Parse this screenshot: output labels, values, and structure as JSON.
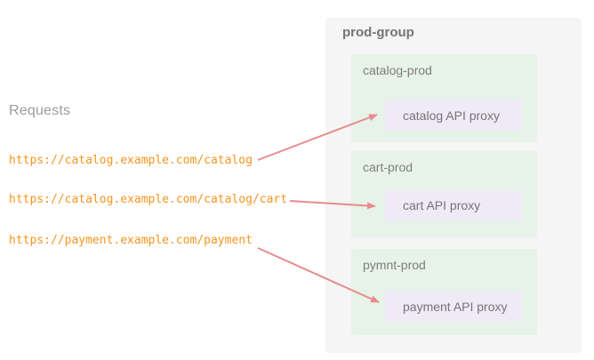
{
  "requests": {
    "heading": "Requests",
    "urls": [
      "https://catalog.example.com/catalog",
      "https://catalog.example.com/catalog/cart",
      "https://payment.example.com/payment"
    ]
  },
  "prod_group": {
    "title": "prod-group",
    "environments": [
      {
        "name": "catalog-prod",
        "proxy": "catalog API proxy"
      },
      {
        "name": "cart-prod",
        "proxy": "cart API proxy"
      },
      {
        "name": "pymnt-prod",
        "proxy": "payment API proxy"
      }
    ]
  },
  "arrows": [
    {
      "from": "https://catalog.example.com/catalog",
      "to": "catalog API proxy"
    },
    {
      "from": "https://catalog.example.com/catalog/cart",
      "to": "cart API proxy"
    },
    {
      "from": "https://payment.example.com/payment",
      "to": "payment API proxy"
    }
  ],
  "colors": {
    "url_orange": "#f7941e",
    "arrow_salmon": "#e88b8b",
    "group_bg": "#f5f5f5",
    "env_green": "#e7f3e8",
    "proxy_lavender": "#f0e9f7"
  }
}
